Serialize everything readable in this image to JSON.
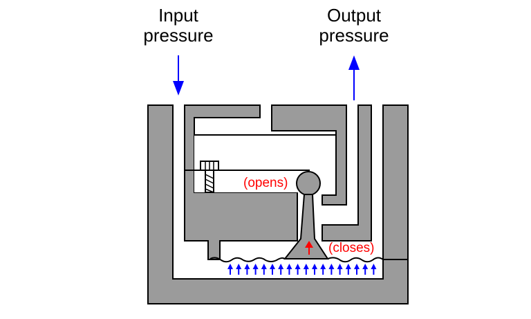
{
  "labels": {
    "input_line1": "Input",
    "input_line2": "pressure",
    "output_line1": "Output",
    "output_line2": "pressure",
    "opens": "(opens)",
    "closes": "(closes)"
  },
  "colors": {
    "metal": "#9b9b9b",
    "outline": "#000000",
    "flow_arrow": "#0000ff",
    "annotation": "#ff0000"
  }
}
